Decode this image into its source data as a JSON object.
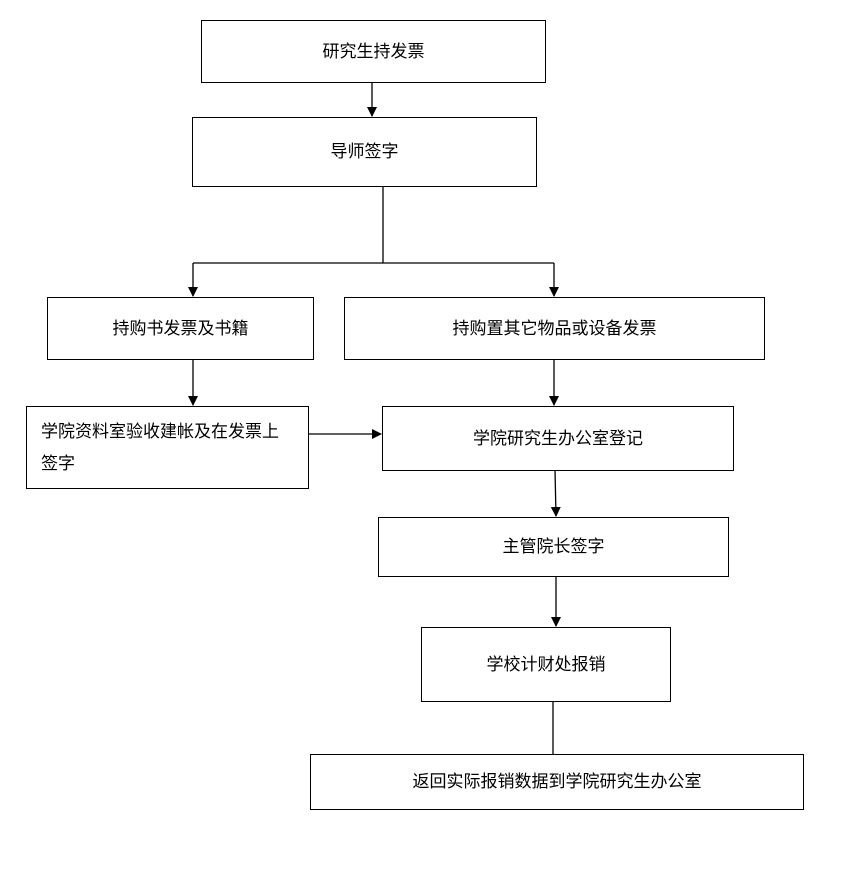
{
  "flowchart": {
    "nodes": {
      "student_invoice": "研究生持发票",
      "advisor_sign": "导师签字",
      "books_invoice": "持购书发票及书籍",
      "other_invoice": "持购置其它物品或设备发票",
      "library_check": "学院资料室验收建帐及在发票上签字",
      "grad_office_register": "学院研究生办公室登记",
      "dean_sign": "主管院长签字",
      "finance_reimburse": "学校计财处报销",
      "return_data": "返回实际报销数据到学院研究生办公室"
    }
  }
}
